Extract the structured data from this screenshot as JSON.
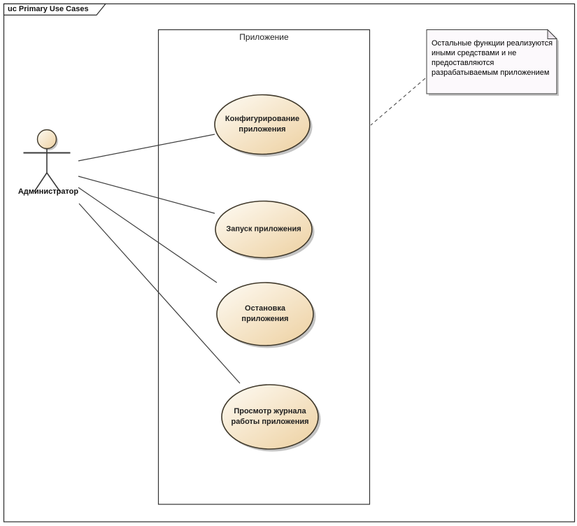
{
  "frame": {
    "title": "uc Primary Use Cases"
  },
  "system_boundary": {
    "label": "Приложение"
  },
  "actor": {
    "label": "Администратор"
  },
  "use_cases": [
    {
      "label": "Конфигурирование приложения"
    },
    {
      "label": "Запуск приложения"
    },
    {
      "label": "Остановка приложения"
    },
    {
      "label": "Просмотр журнала работы приложения"
    }
  ],
  "note": {
    "lines": [
      "Остальные функции реализуются",
      "иными средствами и не",
      "предоставляются",
      "разрабатываемым приложением"
    ]
  },
  "colors": {
    "background": "#ffffff",
    "frame_border": "#2b2b2b",
    "usecase_fill_start": "#fefbf4",
    "usecase_fill_end": "#edd0a0",
    "usecase_stroke": "#40392b",
    "shadow": "#c4c4c4",
    "note_fill": "#fcf9fc",
    "note_border": "#3d3d3d",
    "connector": "#3d3d3d"
  }
}
